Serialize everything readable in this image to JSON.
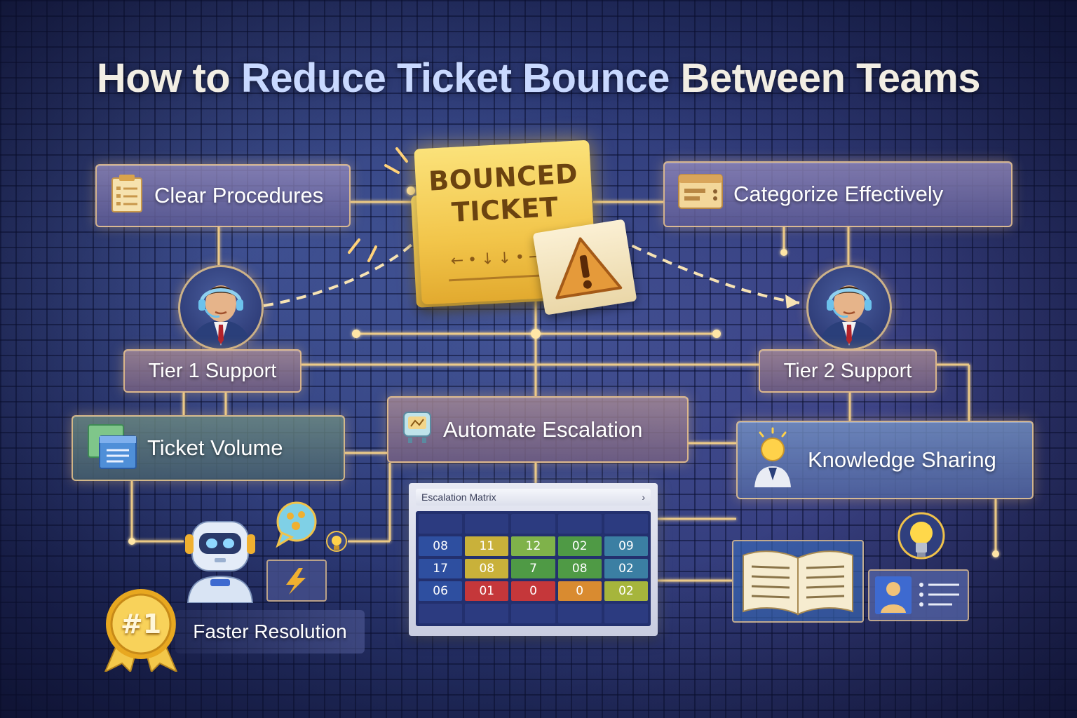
{
  "title": {
    "prefix": "How to ",
    "emphasis": "Reduce Ticket Bounce",
    "suffix": " Between Teams"
  },
  "center_ticket": {
    "line1": "BOUNCED",
    "line2": "TICKET",
    "arrows": "←•↓↓•→"
  },
  "nodes": {
    "clear_procedures": "Clear Procedures",
    "categorize": "Categorize Effectively",
    "tier1": "Tier 1 Support",
    "tier2": "Tier 2 Support",
    "ticket_volume": "Ticket Volume",
    "automate": "Automate Escalation",
    "knowledge": "Knowledge Sharing",
    "faster": "Faster Resolution",
    "badge": "#1"
  },
  "matrix": {
    "title": "Escalation Matrix",
    "chevron": "›",
    "rows": [
      [
        "08",
        "11",
        "12",
        "02",
        "09"
      ],
      [
        "17",
        "08",
        "7",
        "08",
        "02"
      ],
      [
        "06",
        "01",
        "0",
        "0",
        "02"
      ]
    ]
  },
  "colors": {
    "accent_gold": "#f2c54a",
    "wire": "#ffd98a",
    "background": "#2b3874"
  }
}
